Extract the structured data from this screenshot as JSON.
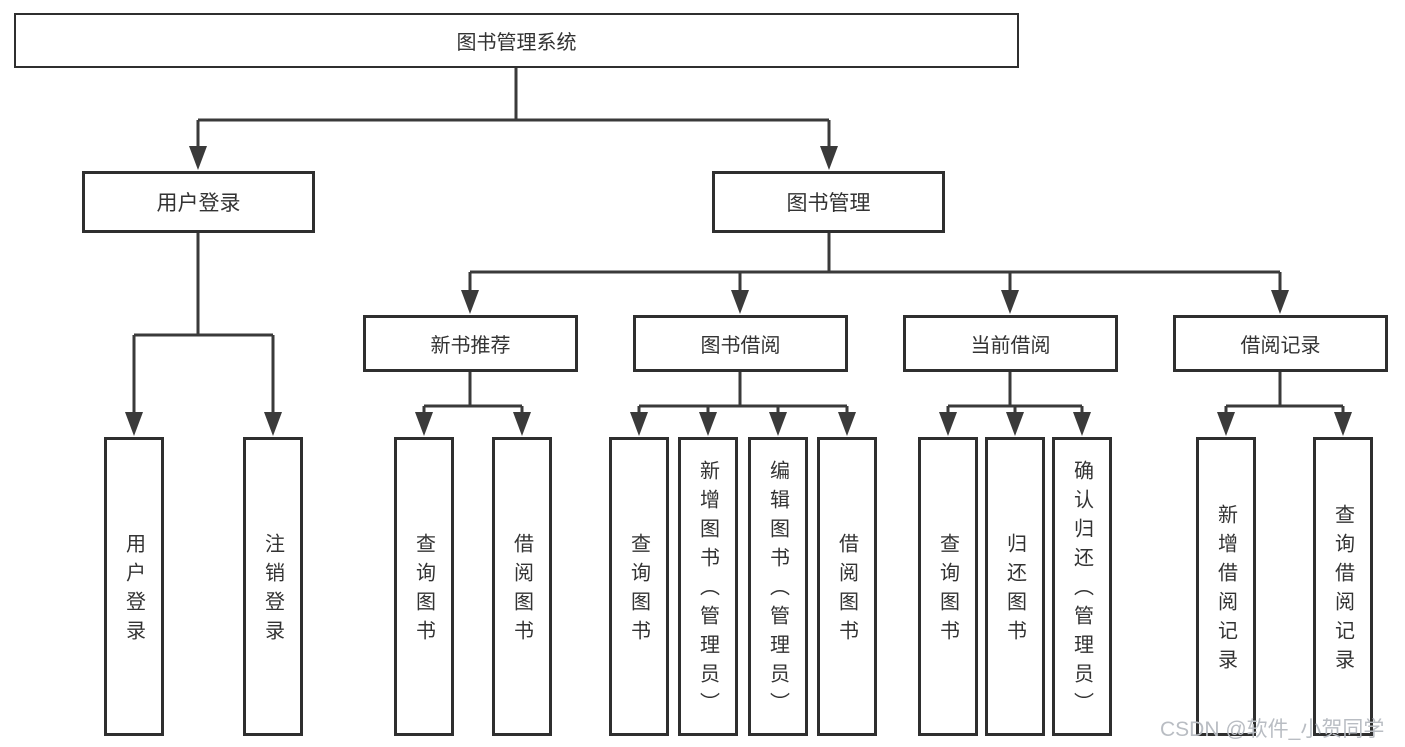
{
  "diagram": {
    "root": {
      "label": "图书管理系统"
    },
    "branches": [
      {
        "label": "用户登录",
        "children": [
          {
            "label": "用户登录"
          },
          {
            "label": "注销登录"
          }
        ]
      },
      {
        "label": "图书管理",
        "children": [
          {
            "label": "新书推荐",
            "children": [
              {
                "label": "查询图书"
              },
              {
                "label": "借阅图书"
              }
            ]
          },
          {
            "label": "图书借阅",
            "children": [
              {
                "label": "查询图书"
              },
              {
                "label": "新增图书（管理员）"
              },
              {
                "label": "编辑图书（管理员）"
              },
              {
                "label": "借阅图书"
              }
            ]
          },
          {
            "label": "当前借阅",
            "children": [
              {
                "label": "查询图书"
              },
              {
                "label": "归还图书"
              },
              {
                "label": "确认归还（管理员）"
              }
            ]
          },
          {
            "label": "借阅记录",
            "children": [
              {
                "label": "新增借阅记录"
              },
              {
                "label": "查询借阅记录"
              }
            ]
          }
        ]
      }
    ]
  },
  "colors": {
    "line": "#3a3a3a",
    "border": "#2f2f2f",
    "text": "#333333",
    "watermark": "#b9bdc3",
    "background": "#ffffff"
  },
  "watermark": {
    "text": "CSDN @软件_小贺同学"
  }
}
